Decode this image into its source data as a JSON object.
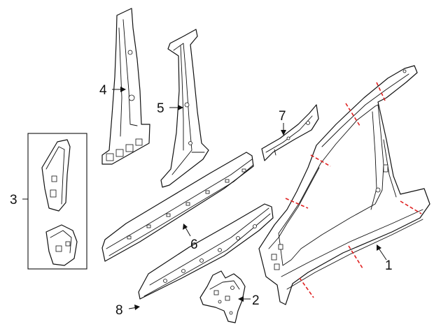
{
  "colors": {
    "line": "#111111",
    "cut_line": "#e02020",
    "background": "#ffffff"
  },
  "callouts": [
    {
      "id": "1",
      "label": "1"
    },
    {
      "id": "2",
      "label": "2"
    },
    {
      "id": "3",
      "label": "3"
    },
    {
      "id": "4",
      "label": "4"
    },
    {
      "id": "5",
      "label": "5"
    },
    {
      "id": "6",
      "label": "6"
    },
    {
      "id": "7",
      "label": "7"
    },
    {
      "id": "8",
      "label": "8"
    }
  ]
}
